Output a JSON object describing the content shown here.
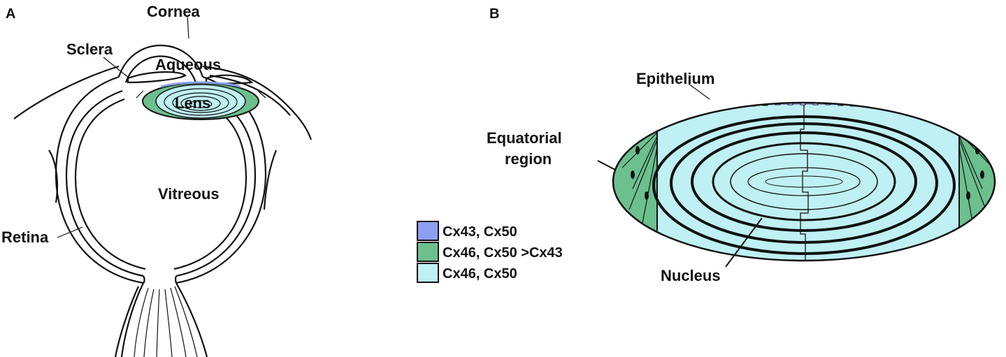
{
  "panel_a": {
    "letter": "A",
    "labels": {
      "cornea": "Cornea",
      "sclera": "Sclera",
      "aqueous": "Aqueous",
      "lens": "Lens",
      "vitreous": "Vitreous",
      "retina": "Retina"
    }
  },
  "panel_b": {
    "letter": "B",
    "labels": {
      "epithelium": "Epithelium",
      "equatorial_line1": "Equatorial",
      "equatorial_line2": "region",
      "nucleus": "Nucleus"
    }
  },
  "legend": [
    {
      "label": "Cx43, Cx50",
      "color": "#8c9ff0"
    },
    {
      "label": "Cx46, Cx50 >Cx43",
      "color": "#6cc08e"
    },
    {
      "label": "Cx46, Cx50",
      "color": "#bff0f3"
    }
  ],
  "colors": {
    "epithelium": "#8c9ff0",
    "equatorial": "#6cc08e",
    "fiber": "#bff0f3"
  }
}
